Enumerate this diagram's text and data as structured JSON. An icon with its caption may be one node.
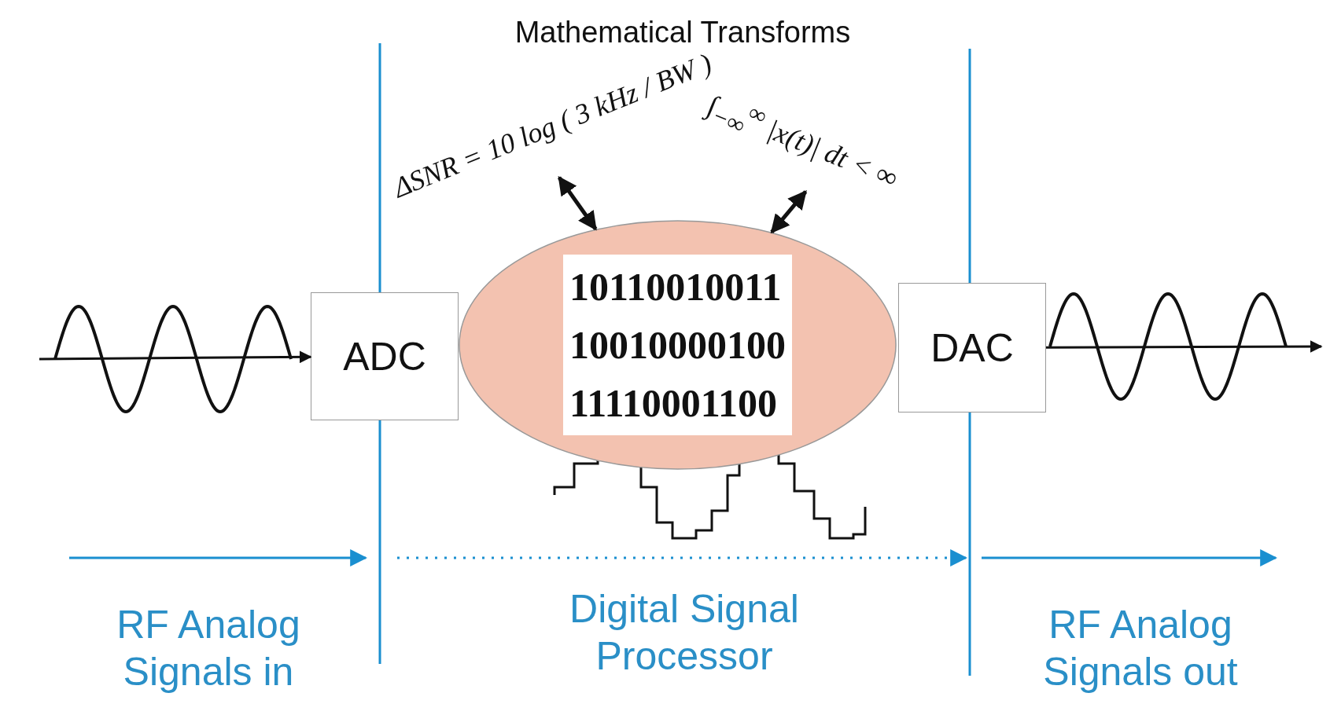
{
  "diagram": {
    "title": "Mathematical Transforms",
    "nodes": [
      {
        "text": [
          "ADC"
        ]
      },
      {
        "text": [
          "10110010011",
          "10010000100",
          "11110001100"
        ]
      },
      {
        "text": [
          "DAC"
        ]
      },
      {
        "text": [
          "ΔSNR = 10 log ( 3 kHz / BW )"
        ]
      },
      {
        "text": [
          "∫$_{−∞}$$^{∞}$ |x(t)| dt < ∞"
        ]
      }
    ],
    "edges": [
      {
        "from": null,
        "to": 0,
        "arrow": "to"
      },
      {
        "from": 2,
        "to": null,
        "arrow": "to"
      },
      {
        "from": 3,
        "to": 1,
        "arrow": "both"
      },
      {
        "from": 4,
        "to": 1,
        "arrow": "both"
      }
    ],
    "labels": [
      "RF Analog Signals in",
      "Digital Signal Processor",
      "RF Analog Signals out"
    ]
  }
}
